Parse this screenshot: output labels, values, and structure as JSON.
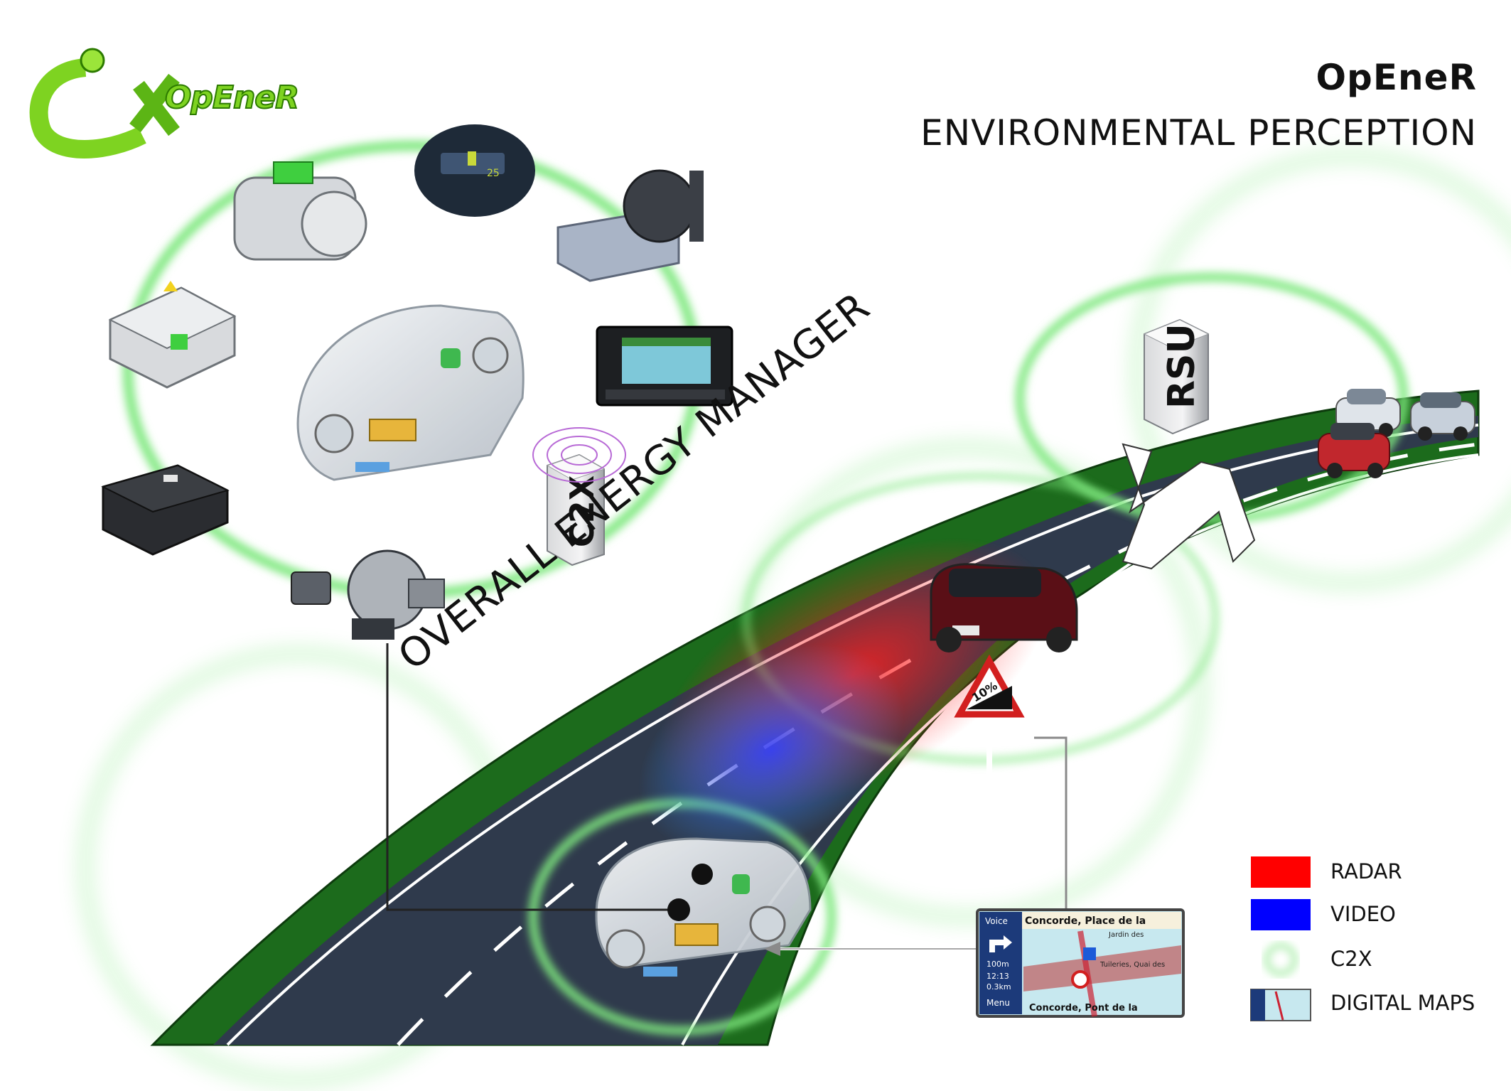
{
  "header": {
    "title": "OpEneR",
    "subtitle": "ENVIRONMENTAL PERCEPTION"
  },
  "logo": {
    "text": "OpEneR"
  },
  "labels": {
    "energy_manager": "OVERALL ENERGY MANAGER",
    "c2x_box": "C2X",
    "rsu_box": "RSU",
    "slope_sign": "10%"
  },
  "nav_screen": {
    "street_top": "Concorde, Place de la",
    "street_bottom": "Concorde, Pont de la",
    "voice": "Voice",
    "menu": "Menu",
    "turn_distance": "100m",
    "time": "12:13",
    "remaining": "0.3km",
    "poi_1": "Tuileries, Quai des",
    "poi_2": "Jardin des"
  },
  "legend": [
    {
      "label": "RADAR",
      "color": "#ff0000"
    },
    {
      "label": "VIDEO",
      "color": "#0000ff"
    },
    {
      "label": "C2X",
      "color": "#7fe87f"
    },
    {
      "label": "DIGITAL MAPS",
      "color": "#2bb8c8"
    }
  ],
  "colors": {
    "road_asphalt": "#2f3a4c",
    "road_verge": "#1c6b1c",
    "c2x_glow": "#7fe87f",
    "logo_green": "#7ed321"
  }
}
